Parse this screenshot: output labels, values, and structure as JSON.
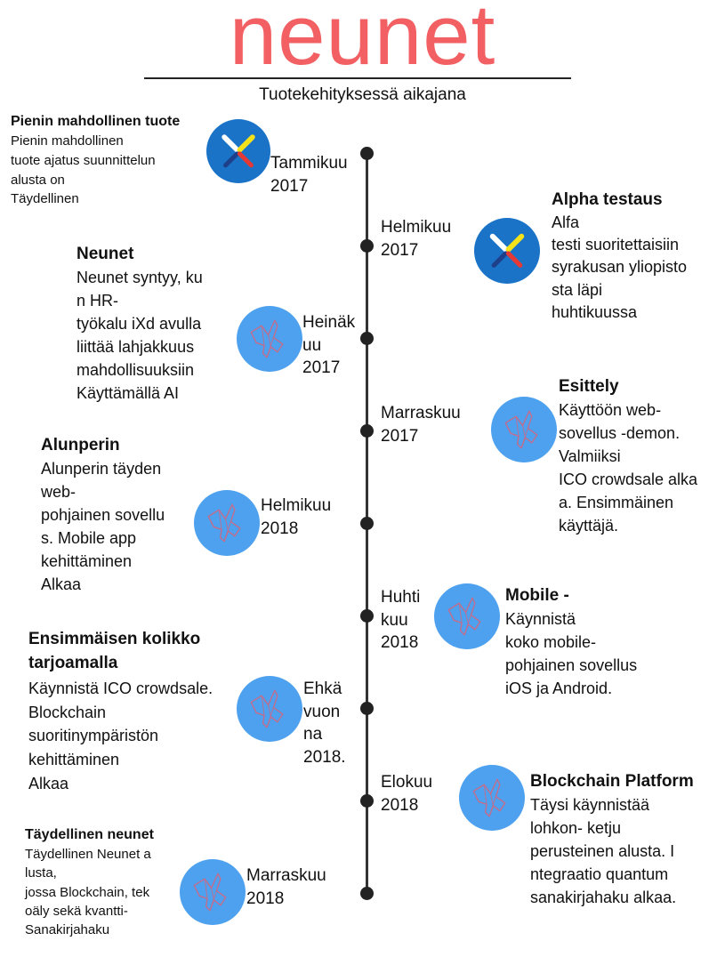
{
  "header": {
    "logo": "neunet",
    "subtitle": "Tuotekehityksessä aikajana"
  },
  "events": [
    {
      "id": "e1",
      "date": "Tammikuu\n2017",
      "title": "Pienin mahdollinen tuote",
      "text": "Pienin mahdollinen\ntuote ajatus suunnittelun\nalusta on\nTäydellinen",
      "icon": "neunet-logo-icon"
    },
    {
      "id": "e2",
      "date": "Helmikuu\n2017",
      "title": "Alpha testaus",
      "text": "Alfa\ntesti suoritettaisiin\nsyrakusan yliopisto\nsta läpi\nhuhtikuussa",
      "icon": "neunet-logo-icon"
    },
    {
      "id": "e3",
      "date": "Heinäk\nuu\n2017",
      "title": "Neunet",
      "text": "Neunet syntyy, ku\nn HR-\ntyökalu iXd avulla\nliittää lahjakkuus\nmahdollisuuksiin\nKäyttämällä AI",
      "icon": "crane-icon"
    },
    {
      "id": "e4",
      "date": "Marraskuu\n2017",
      "title": "Esittely",
      "text": "Käyttöön web-\n sovellus -demon.\nValmiiksi\nICO crowdsale alka\na. Ensimmäinen\nkäyttäjä.",
      "icon": "crane-icon"
    },
    {
      "id": "e5",
      "date": "Helmikuu\n2018",
      "title": "Alunperin",
      "text": "Alunperin täyden\nweb-\npohjainen sovellu\ns. Mobile app\nkehittäminen\nAlkaa",
      "icon": "crane-icon"
    },
    {
      "id": "e6",
      "date": "Huhti\nkuu\n2018",
      "title": "Mobile -",
      "text": "Käynnistä\nkoko mobile-\n pohjainen sovellus\n iOS ja Android.",
      "icon": "crane-icon"
    },
    {
      "id": "e7",
      "date": "Ehkä\nvuon\nna\n2018.",
      "title": "Ensimmäisen kolikko\ntarjoamalla",
      "text": "Käynnistä ICO crowdsale.\nBlockchain\nsuoritinympäristön\nkehittäminen\nAlkaa",
      "icon": "crane-icon"
    },
    {
      "id": "e8",
      "date": "Elokuu\n2018",
      "title": "Blockchain Platform",
      "text": "Täysi käynnistää\nlohkon- ketju\nperusteinen alusta. I\nntegraatio quantum\nsanakirjahaku alkaa.",
      "icon": "crane-icon"
    },
    {
      "id": "e9",
      "date": "Marraskuu\n2018",
      "title": "Täydellinen neunet",
      "text": "Täydellinen Neunet a\nlusta,\njossa Blockchain, tek\noäly sekä kvantti-\nSanakirjahaku",
      "icon": "crane-icon"
    }
  ],
  "colors": {
    "logo": "#f26064",
    "icon_blue": "#4ea1ee",
    "icon_dark_blue": "#1a73c7",
    "crane_line": "#c56b8a"
  }
}
